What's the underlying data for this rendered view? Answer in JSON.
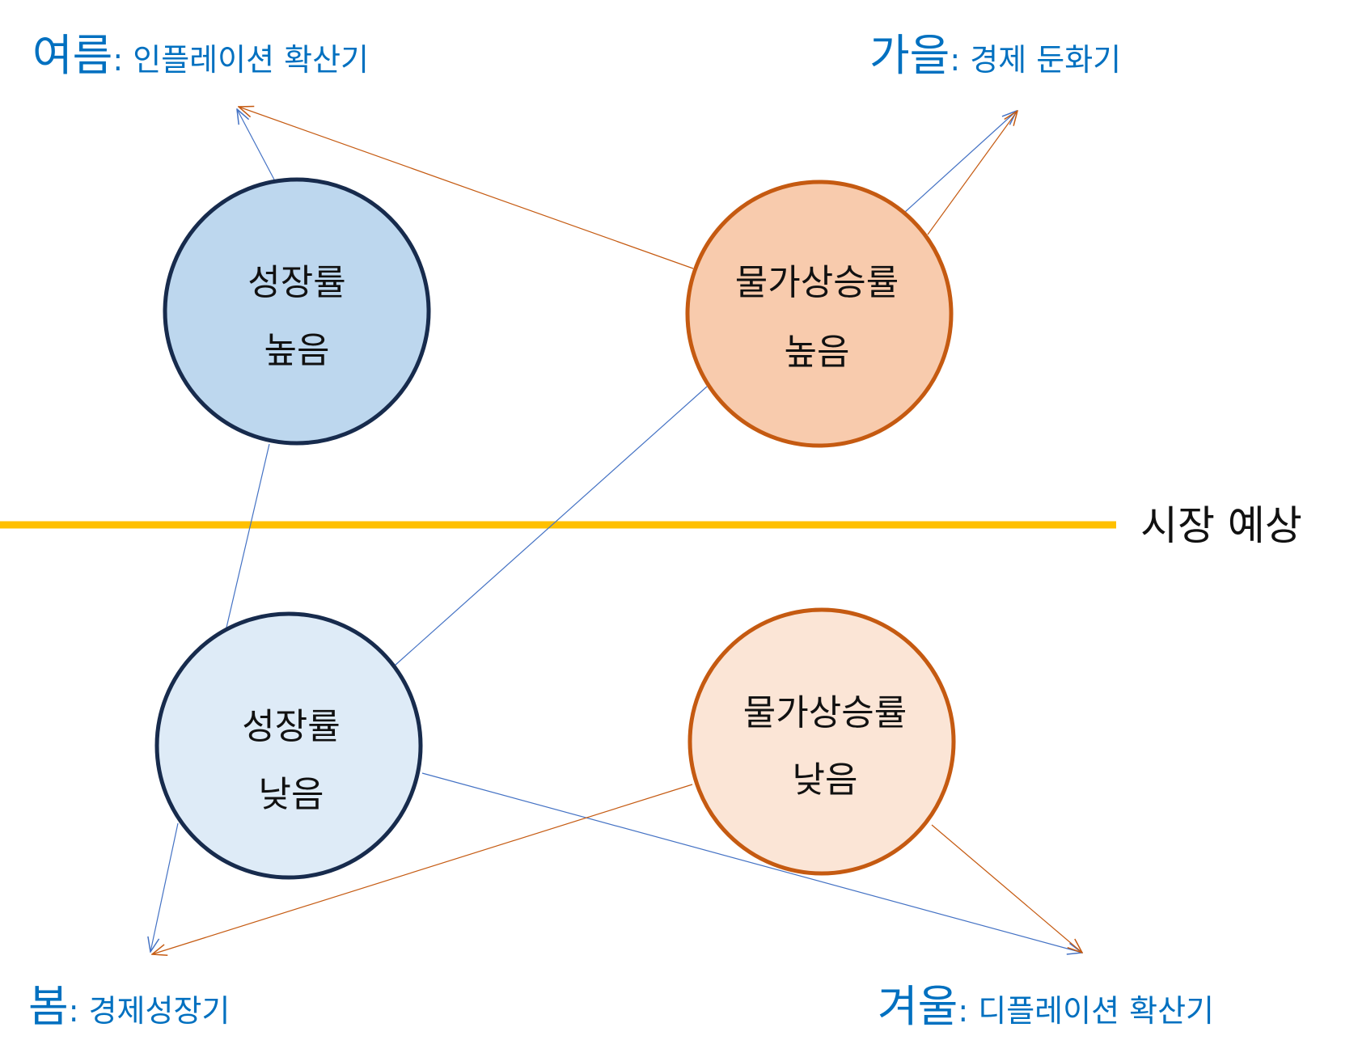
{
  "colors": {
    "blue_line": "#4472c4",
    "orange_line": "#c55a11",
    "label_blue": "#0070c0",
    "market_line": "#ffc000",
    "growth_border": "#172b4d",
    "inflation_border": "#c55a11",
    "growth_high_fill": "#bdd7ee",
    "growth_low_fill": "#deebf7",
    "inflation_high_fill": "#f8cbad",
    "inflation_low_fill": "#fbe5d6"
  },
  "seasons": {
    "summer": {
      "name": "여름",
      "desc": ": 인플레이션 확산기"
    },
    "autumn": {
      "name": "가을",
      "desc": ": 경제 둔화기"
    },
    "spring": {
      "name": "봄",
      "desc": ": 경제성장기"
    },
    "winter": {
      "name": "겨울",
      "desc": ": 디플레이션 확산기"
    }
  },
  "market": {
    "label": "시장 예상"
  },
  "nodes": {
    "growth_high": {
      "line1": "성장률",
      "line2": "높음"
    },
    "inflation_high": {
      "line1": "물가상승률",
      "line2": "높음"
    },
    "growth_low": {
      "line1": "성장률",
      "line2": "낮음"
    },
    "inflation_low": {
      "line1": "물가상승률",
      "line2": "낮음"
    }
  }
}
